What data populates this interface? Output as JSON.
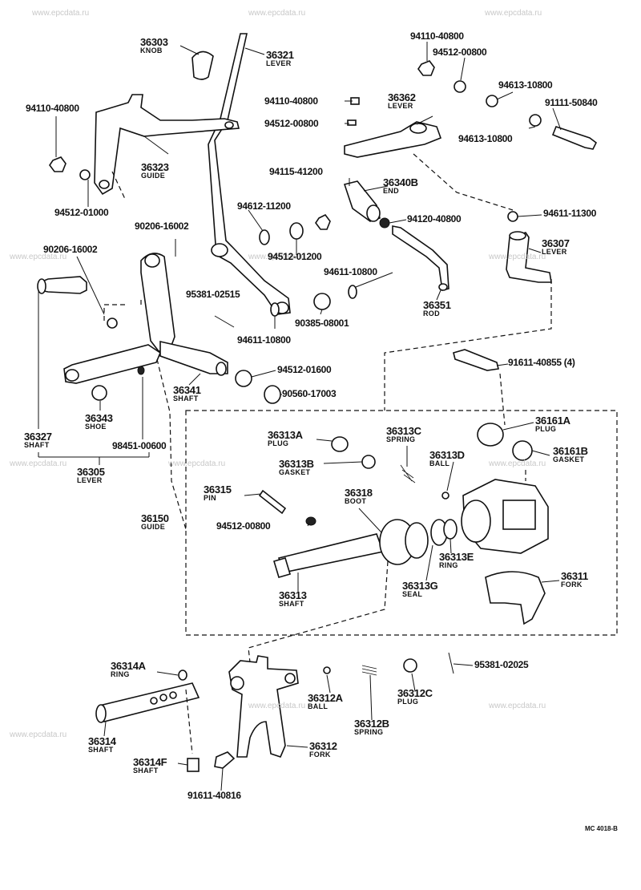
{
  "watermark_text": "www.epcdata.ru",
  "reference_code": "MC 4018-B",
  "parts": [
    {
      "id": "p36303",
      "number": "36303",
      "name": "KNOB"
    },
    {
      "id": "p36321",
      "number": "36321",
      "name": "LEVER"
    },
    {
      "id": "p94110a",
      "number": "94110-40800",
      "name": ""
    },
    {
      "id": "p36323",
      "number": "36323",
      "name": "GUIDE"
    },
    {
      "id": "p94512a",
      "number": "94512-01000",
      "name": ""
    },
    {
      "id": "p90206a",
      "number": "90206-16002",
      "name": ""
    },
    {
      "id": "p90206b",
      "number": "90206-16002",
      "name": ""
    },
    {
      "id": "p94110b",
      "number": "94110-40800",
      "name": ""
    },
    {
      "id": "p94512b",
      "number": "94512-00800",
      "name": ""
    },
    {
      "id": "p94110c",
      "number": "94110-40800",
      "name": ""
    },
    {
      "id": "p94512c",
      "number": "94512-00800",
      "name": ""
    },
    {
      "id": "p36362",
      "number": "36362",
      "name": "LEVER"
    },
    {
      "id": "p94613a",
      "number": "94613-10800",
      "name": ""
    },
    {
      "id": "p91111",
      "number": "91111-50840",
      "name": ""
    },
    {
      "id": "p94613b",
      "number": "94613-10800",
      "name": ""
    },
    {
      "id": "p94115",
      "number": "94115-41200",
      "name": ""
    },
    {
      "id": "p36340b",
      "number": "36340B",
      "name": "END"
    },
    {
      "id": "p94612",
      "number": "94612-11200",
      "name": ""
    },
    {
      "id": "p94512d",
      "number": "94512-01200",
      "name": ""
    },
    {
      "id": "p94120",
      "number": "94120-40800",
      "name": ""
    },
    {
      "id": "p94611a",
      "number": "94611-11300",
      "name": ""
    },
    {
      "id": "p36307",
      "number": "36307",
      "name": "LEVER"
    },
    {
      "id": "p94611b",
      "number": "94611-10800",
      "name": ""
    },
    {
      "id": "p95381a",
      "number": "95381-02515",
      "name": ""
    },
    {
      "id": "p90385",
      "number": "90385-08001",
      "name": ""
    },
    {
      "id": "p94611c",
      "number": "94611-10800",
      "name": ""
    },
    {
      "id": "p36351",
      "number": "36351",
      "name": "ROD"
    },
    {
      "id": "p91611a",
      "number": "91611-40855 (4)",
      "name": ""
    },
    {
      "id": "p94512e",
      "number": "94512-01600",
      "name": ""
    },
    {
      "id": "p36341",
      "number": "36341",
      "name": "SHAFT"
    },
    {
      "id": "p90560",
      "number": "90560-17003",
      "name": ""
    },
    {
      "id": "p36343",
      "number": "36343",
      "name": "SHOE"
    },
    {
      "id": "p98451",
      "number": "98451-00600",
      "name": ""
    },
    {
      "id": "p36327",
      "number": "36327",
      "name": "SHAFT"
    },
    {
      "id": "p36305",
      "number": "36305",
      "name": "LEVER"
    },
    {
      "id": "p36313a",
      "number": "36313A",
      "name": "PLUG"
    },
    {
      "id": "p36313c",
      "number": "36313C",
      "name": "SPRING"
    },
    {
      "id": "p36161a",
      "number": "36161A",
      "name": "PLUG"
    },
    {
      "id": "p36313b",
      "number": "36313B",
      "name": "GASKET"
    },
    {
      "id": "p36313d",
      "number": "36313D",
      "name": "BALL"
    },
    {
      "id": "p36161b",
      "number": "36161B",
      "name": "GASKET"
    },
    {
      "id": "p36315",
      "number": "36315",
      "name": "PIN"
    },
    {
      "id": "p36318",
      "number": "36318",
      "name": "BOOT"
    },
    {
      "id": "p36150",
      "number": "36150",
      "name": "GUIDE"
    },
    {
      "id": "p94512f",
      "number": "94512-00800",
      "name": ""
    },
    {
      "id": "p36313e",
      "number": "36313E",
      "name": "RING"
    },
    {
      "id": "p36311",
      "number": "36311",
      "name": "FORK"
    },
    {
      "id": "p36313",
      "number": "36313",
      "name": "SHAFT"
    },
    {
      "id": "p36313g",
      "number": "36313G",
      "name": "SEAL"
    },
    {
      "id": "p36314a",
      "number": "36314A",
      "name": "RING"
    },
    {
      "id": "p95381b",
      "number": "95381-02025",
      "name": ""
    },
    {
      "id": "p36312a",
      "number": "36312A",
      "name": "BALL"
    },
    {
      "id": "p36312c",
      "number": "36312C",
      "name": "PLUG"
    },
    {
      "id": "p36314",
      "number": "36314",
      "name": "SHAFT"
    },
    {
      "id": "p36312b",
      "number": "36312B",
      "name": "SPRING"
    },
    {
      "id": "p36312",
      "number": "36312",
      "name": "FORK"
    },
    {
      "id": "p36314f",
      "number": "36314F",
      "name": "SHAFT"
    },
    {
      "id": "p91611b",
      "number": "91611-40816",
      "name": ""
    }
  ]
}
